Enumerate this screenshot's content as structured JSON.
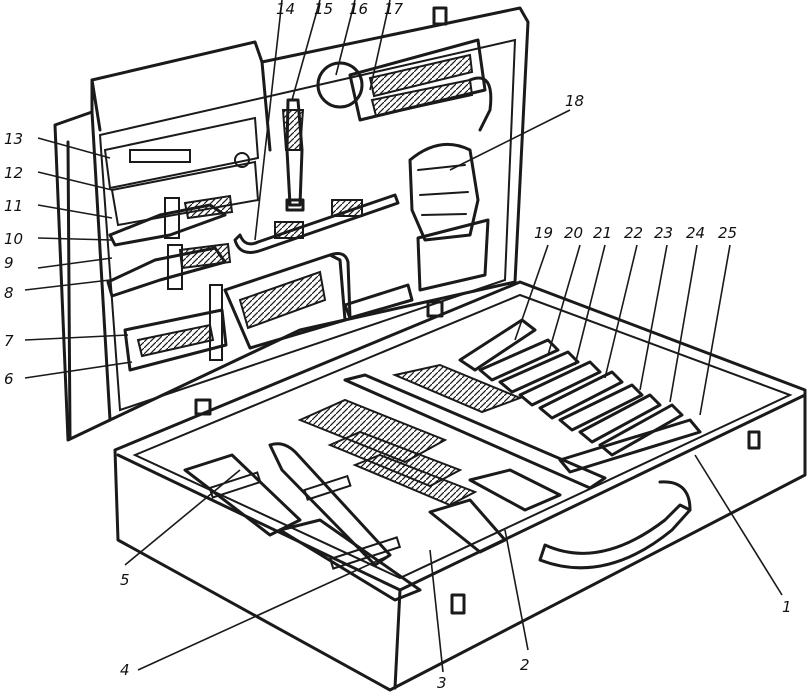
{
  "figure": {
    "callouts": [
      "1",
      "2",
      "3",
      "4",
      "5",
      "6",
      "7",
      "8",
      "9",
      "10",
      "11",
      "12",
      "13",
      "14",
      "15",
      "16",
      "17",
      "18",
      "19",
      "20",
      "21",
      "22",
      "23",
      "24",
      "25"
    ],
    "colors": {
      "ink": "#1a1a1a",
      "paper": "#ffffff"
    }
  }
}
